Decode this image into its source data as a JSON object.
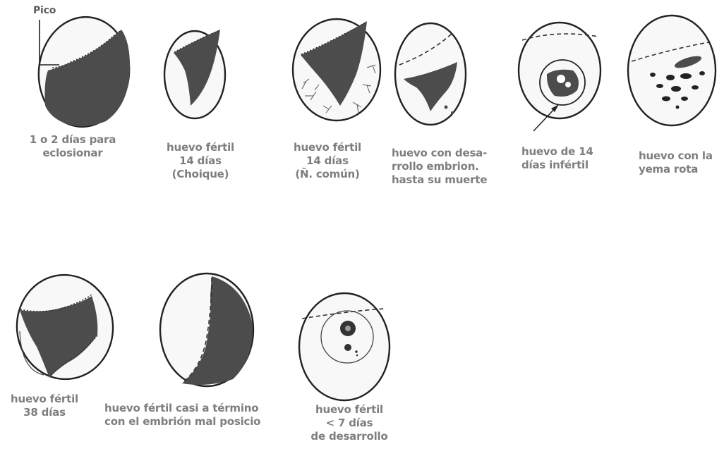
{
  "title_label": "Pico",
  "row1": [
    {
      "id": "egg-1-2-days-hatch",
      "caption": "1 o 2 días para\neclosionar"
    },
    {
      "id": "egg-fertile-14-choique",
      "caption": "huevo fértil\n14 días\n(Choique)"
    },
    {
      "id": "egg-fertile-14-nandu",
      "caption": "huevo fértil\n14 días\n(Ñ. común)"
    },
    {
      "id": "egg-embryo-death",
      "caption": "huevo con desa-\nrrollo embrion.\nhasta su muerte"
    },
    {
      "id": "egg-infertile-14",
      "caption": "huevo de 14\ndías infértil"
    },
    {
      "id": "egg-broken-yolk",
      "caption": "huevo con la\nyema rota"
    }
  ],
  "row2": [
    {
      "id": "egg-fertile-38",
      "caption": "huevo fértil\n38 días"
    },
    {
      "id": "egg-near-term-malposition",
      "caption": "huevo fértil casi a término\ncon el embrión mal posicio"
    },
    {
      "id": "egg-fertile-under-7",
      "caption": "huevo fértil\n< 7 días\nde desarrollo"
    }
  ]
}
